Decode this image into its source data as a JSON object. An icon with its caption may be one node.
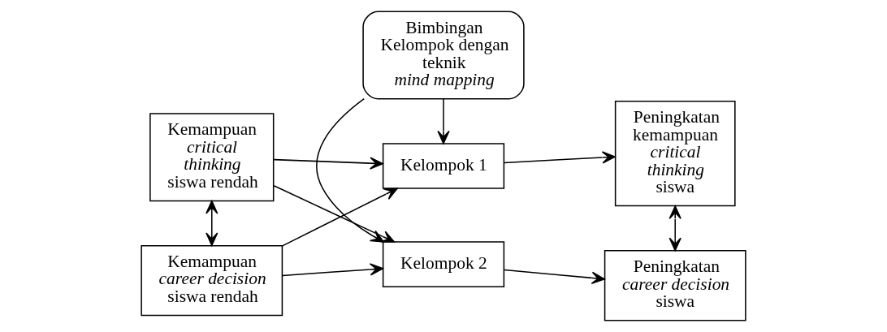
{
  "diagram": {
    "nodes": [
      {
        "text": [
          "Kemampuan *critical thinking* siswa rendah"
        ]
      },
      {
        "text": [
          "Kelompok 1"
        ]
      },
      {
        "text": [
          "Peningkatan kemampuan *critical thinking* siswa"
        ]
      },
      {
        "text": [
          "Bimbingan Kelompok dengan teknik *mind mapping*"
        ]
      },
      {
        "text": [
          "Kemampuan *career decision* siswa rendah"
        ]
      },
      {
        "text": [
          "Kelompok 2"
        ]
      },
      {
        "text": [
          "Peningkatan *career decision* siswa"
        ]
      }
    ],
    "edges": [
      {
        "from": 0,
        "to": 4,
        "arrow": "both"
      },
      {
        "from": 0,
        "to": 1,
        "arrow": "to"
      },
      {
        "from": 0,
        "to": 5,
        "arrow": "to"
      },
      {
        "from": 4,
        "to": 1,
        "arrow": "to"
      },
      {
        "from": 4,
        "to": 5,
        "arrow": "to"
      },
      {
        "from": 3,
        "to": 1,
        "arrow": "to"
      },
      {
        "from": 3,
        "to": 5,
        "arrow": "to"
      },
      {
        "from": 1,
        "to": 2,
        "arrow": "to"
      },
      {
        "from": 5,
        "to": 6,
        "arrow": "to"
      },
      {
        "from": 2,
        "to": 6,
        "arrow": "both"
      }
    ]
  }
}
